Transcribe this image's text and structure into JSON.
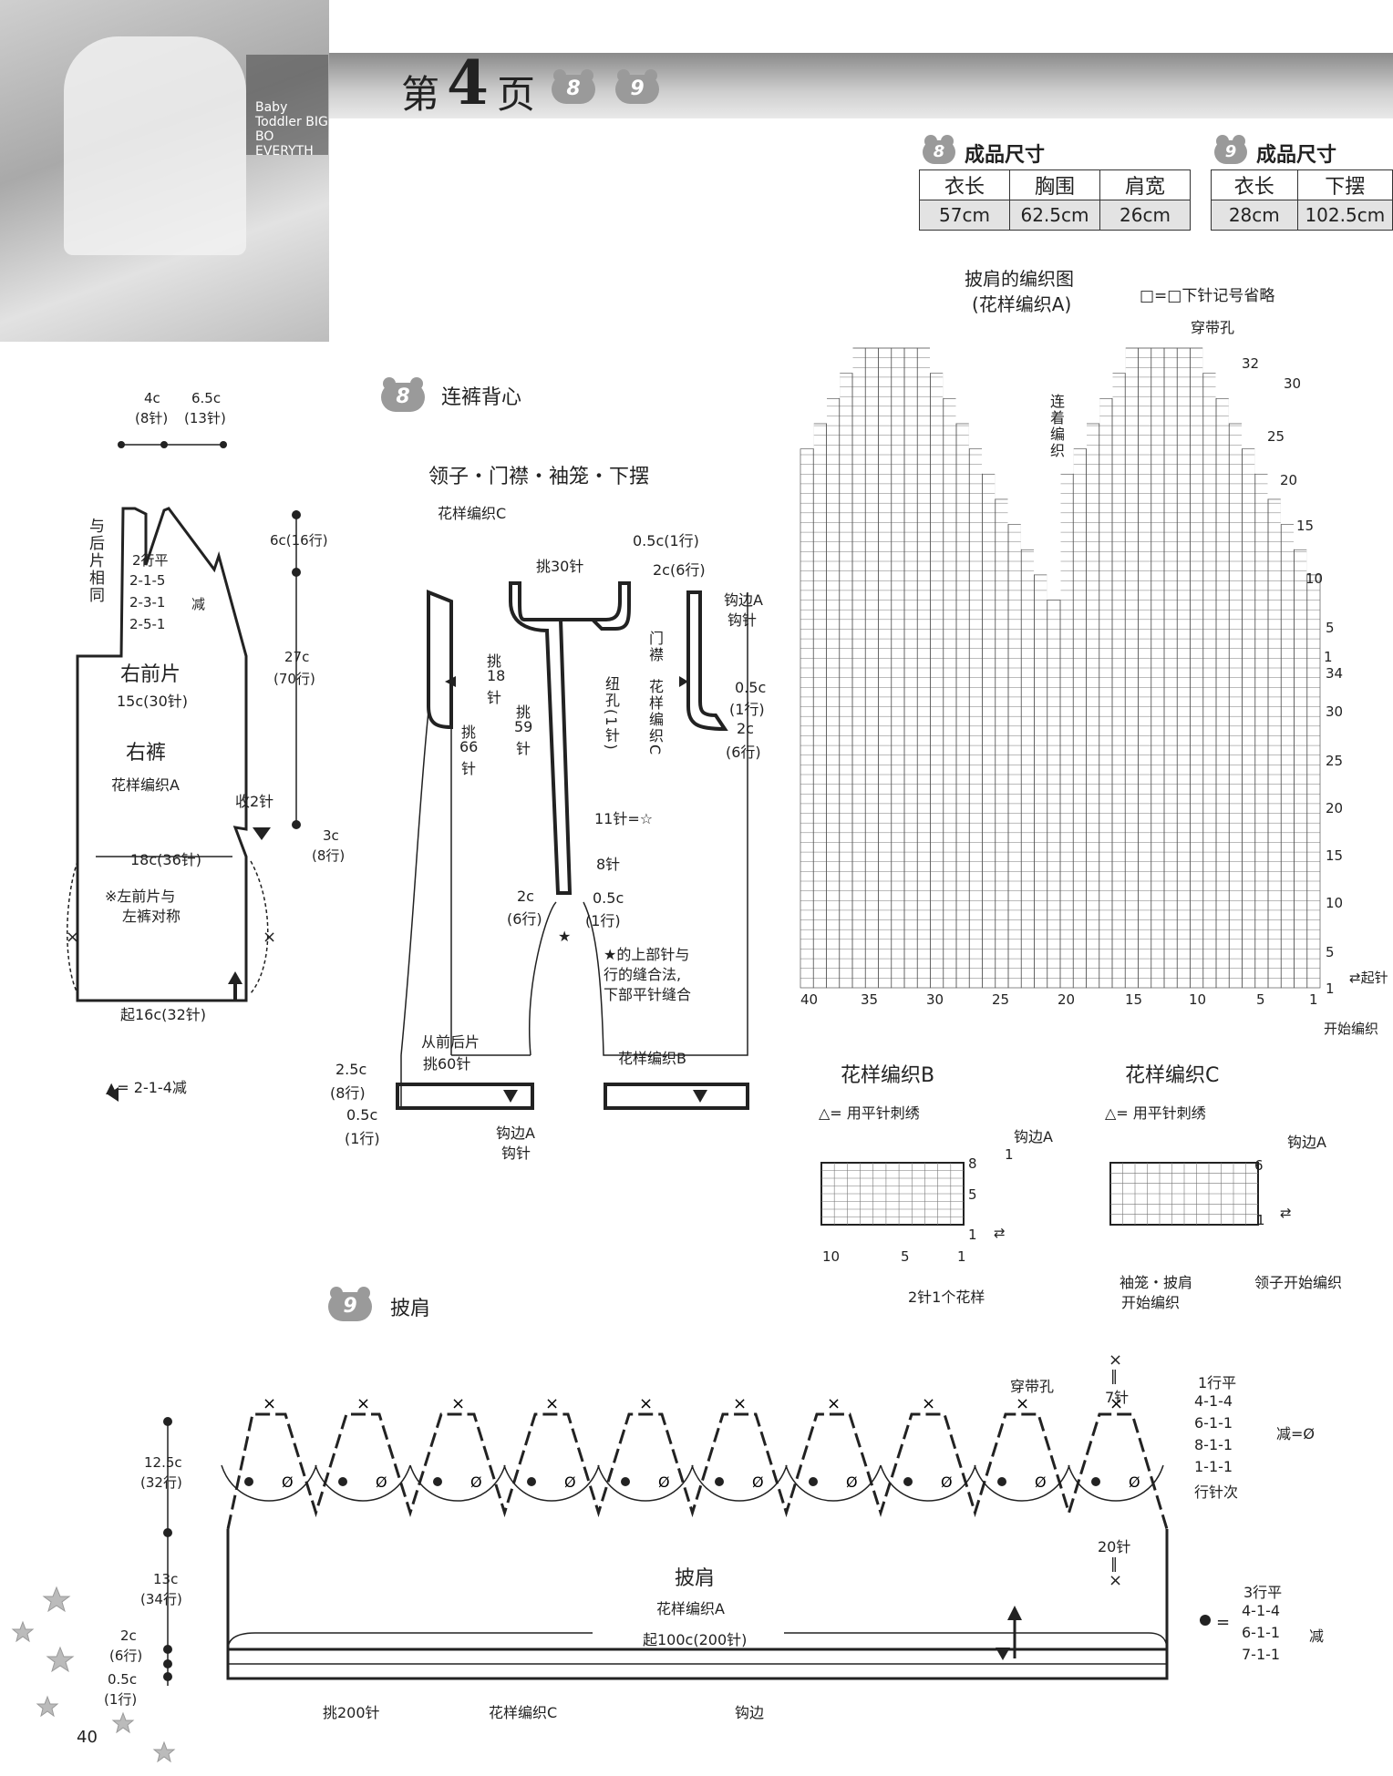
{
  "header": {
    "page_prefix": "第",
    "page_num": "4",
    "page_suffix": "页",
    "badge_a": "8",
    "badge_b": "9",
    "photo_text": "Baby Toddler BIG BO EVERYTH"
  },
  "size8": {
    "badge": "8",
    "title": "成品尺寸",
    "headers": [
      "衣长",
      "胸围",
      "肩宽"
    ],
    "values": [
      "57cm",
      "62.5cm",
      "26cm"
    ]
  },
  "size9": {
    "badge": "9",
    "title": "成品尺寸",
    "headers": [
      "衣长",
      "下摆"
    ],
    "values": [
      "28cm",
      "102.5cm"
    ]
  },
  "section8": {
    "badge": "8",
    "title": "连裤背心"
  },
  "section9": {
    "badge": "9",
    "title": "披肩"
  },
  "right_front": {
    "top_w1": "4c",
    "top_w1b": "(8针)",
    "top_w2": "6.5c",
    "top_w2b": "(13针)",
    "same_back": "与后片相同",
    "dec1": "2行平",
    "dec2": "2-1-5",
    "dec3": "2-3-1",
    "dec4": "2-5-1",
    "dec_label": "减",
    "name": "右前片",
    "width1": "15c(30针)",
    "pants_name": "右裤",
    "pattern": "花样编织A",
    "shou": "收2针",
    "width2": "18c(36针)",
    "note1": "※左前片与",
    "note2": "左裤对称",
    "cast_on": "起16c(32针)",
    "h1": "6c(16行)",
    "h2": "27c",
    "h2b": "(70行)",
    "h3": "3c",
    "h3b": "(8行)",
    "legend": "▲= 2-1-4减"
  },
  "trim": {
    "title": "领子・门襟・袖笼・下摆",
    "patC": "花样编织C",
    "pick30": "挑30针",
    "e05": "0.5c(1行)",
    "e2": "2c(6行)",
    "gouA": "钩边A",
    "gouzhen": "钩针",
    "pick18a": "挑",
    "pick18b": "18",
    "pick18c": "针",
    "pick66a": "挑",
    "pick66b": "66",
    "pick66c": "针",
    "pick59a": "挑",
    "pick59b": "59",
    "pick59c": "针",
    "button": "纽孔(1针)",
    "placket": "门襟",
    "placket_pat": "花样编织C",
    "r05a": "0.5c",
    "r05b": "(1行)",
    "r2a": "2c",
    "r2b": "(6行)",
    "eleven": "11针=☆",
    "eight": "8针",
    "b2a": "2c",
    "b2b": "(6行)",
    "b05a": "0.5c",
    "b05b": "(1行)",
    "star_note1": "★的上部针与",
    "star_note2": "行的缝合法,",
    "star_note3": "下部平针缝合",
    "from": "从前后片",
    "pick60": "挑60针",
    "patB": "花样编织B",
    "h25a": "2.5c",
    "h25b": "(8行)",
    "h05a": "0.5c",
    "h05b": "(1行)",
    "gouA2": "钩边A",
    "gouzhen2": "钩针"
  },
  "chartA": {
    "title1": "披肩的编织图",
    "title2": "(花样编织A)",
    "legend": "□=□下针记号省略",
    "hole": "穿带孔",
    "cont": "连着编织",
    "upper_rows": [
      "32",
      "30",
      "25",
      "20",
      "15",
      "10",
      "5",
      "1"
    ],
    "lower_rows": [
      "34",
      "30",
      "25",
      "20",
      "15",
      "10",
      "5",
      "1"
    ],
    "cols": [
      "40",
      "35",
      "30",
      "25",
      "20",
      "15",
      "10",
      "5",
      "1"
    ],
    "start_mark": "⇄起针",
    "start_text": "开始编织"
  },
  "patB": {
    "title": "花样编织B",
    "legend": "△= 用平针刺绣",
    "edge": "钩边A",
    "r8": "8",
    "r5": "5",
    "r1": "1",
    "top1": "1",
    "c10": "10",
    "c5": "5",
    "c1": "1",
    "repeat": "2针1个花样"
  },
  "patC": {
    "title": "花样编织C",
    "legend": "△= 用平针刺绣",
    "edge": "钩边A",
    "r6": "6",
    "r1": "1",
    "start1": "袖笼・披肩",
    "start2": "开始编织",
    "collar_start": "领子开始编织"
  },
  "cape": {
    "name": "披肩",
    "pattern": "花样编织A",
    "cast_on": "起100c(200针)",
    "hole": "穿带孔",
    "seven": "7针",
    "twenty": "20针",
    "dec_rows": [
      "1行平",
      "4-1-4",
      "6-1-1",
      "8-1-1",
      "1-1-1",
      "行针次"
    ],
    "dec_label": "减=Ø",
    "dot_rows": [
      "3行平",
      "4-1-4",
      "6-1-1",
      "7-1-1"
    ],
    "dot_label": "减",
    "dot_eq": "=",
    "h1": "12.5c",
    "h1b": "(32行)",
    "h2": "13c",
    "h2b": "(34行)",
    "h3": "2c",
    "h3b": "(6行)",
    "h4": "0.5c",
    "h4b": "(1行)",
    "pick200": "挑200针",
    "patC": "花样编织C",
    "edge": "钩边"
  },
  "page_number": "40"
}
